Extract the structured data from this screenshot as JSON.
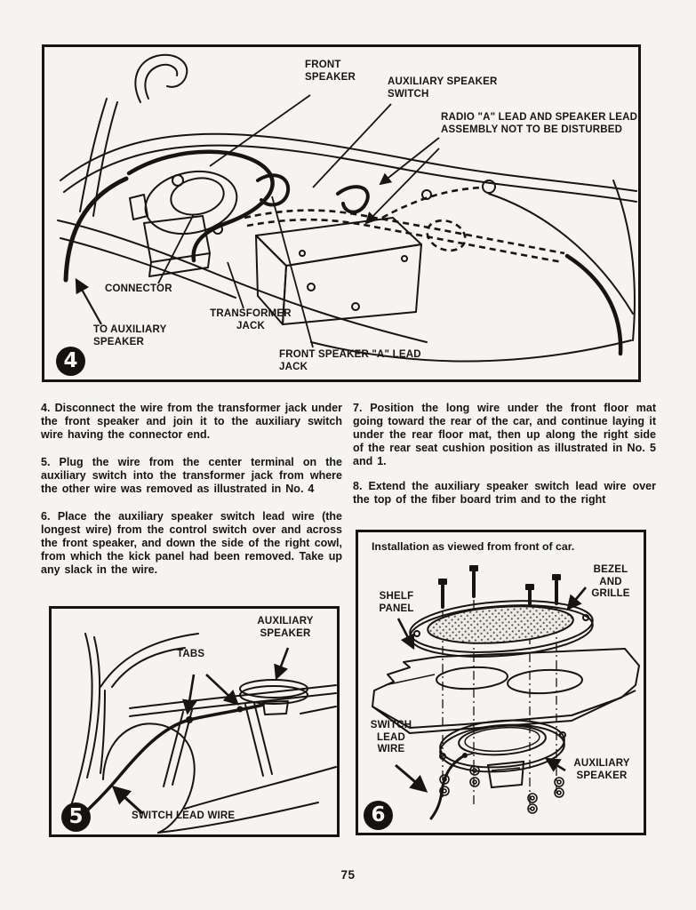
{
  "page": {
    "number": "75"
  },
  "colors": {
    "ink": "#161513",
    "paper": "#f5f4f0"
  },
  "instructions": {
    "p4": "4. Disconnect the wire from the transformer jack under the front speaker and join it to the auxiliary switch wire having the connector end.",
    "p5": "5. Plug the wire from the center terminal on the auxiliary switch into the transformer jack from where the other wire was removed as illustrated in No. 4",
    "p6": "6. Place the auxiliary speaker switch lead wire (the longest wire) from the control switch over and across the front speaker, and down the side of the right cowl, from which the kick panel had been removed. Take up any slack in the wire.",
    "p7": "7. Position the long wire under the front floor mat going toward the rear of the car, and continue laying it under the rear floor mat, then up along the right side of the rear seat cushion position as illustrated in No. 5 and 1.",
    "p8": "8. Extend the auxiliary speaker switch lead wire over the top of the fiber board trim and to the right"
  },
  "figure4": {
    "badge": "4",
    "labels": {
      "front_speaker": "FRONT SPEAKER",
      "aux_switch": "AUXILIARY SPEAKER SWITCH",
      "radio_lead": "RADIO \"A\" LEAD AND SPEAKER LEAD ASSEMBLY NOT TO BE DISTURBED",
      "connector": "CONNECTOR",
      "transformer_jack": "TRANSFORMER JACK",
      "to_aux_speaker": "TO AUXILIARY SPEAKER",
      "front_a_jack": "FRONT SPEAKER \"A\" LEAD JACK"
    }
  },
  "figure5": {
    "badge": "5",
    "labels": {
      "tabs": "TABS",
      "aux_speaker": "AUXILIARY SPEAKER",
      "switch_lead_wire": "SWITCH LEAD WIRE"
    }
  },
  "figure6": {
    "badge": "6",
    "caption": "Installation as viewed from front of car.",
    "labels": {
      "shelf_panel": "SHELF PANEL",
      "bezel_grille": "BEZEL AND GRILLE",
      "switch_lead_wire": "SWITCH LEAD WIRE",
      "aux_speaker": "AUXILIARY SPEAKER"
    }
  }
}
